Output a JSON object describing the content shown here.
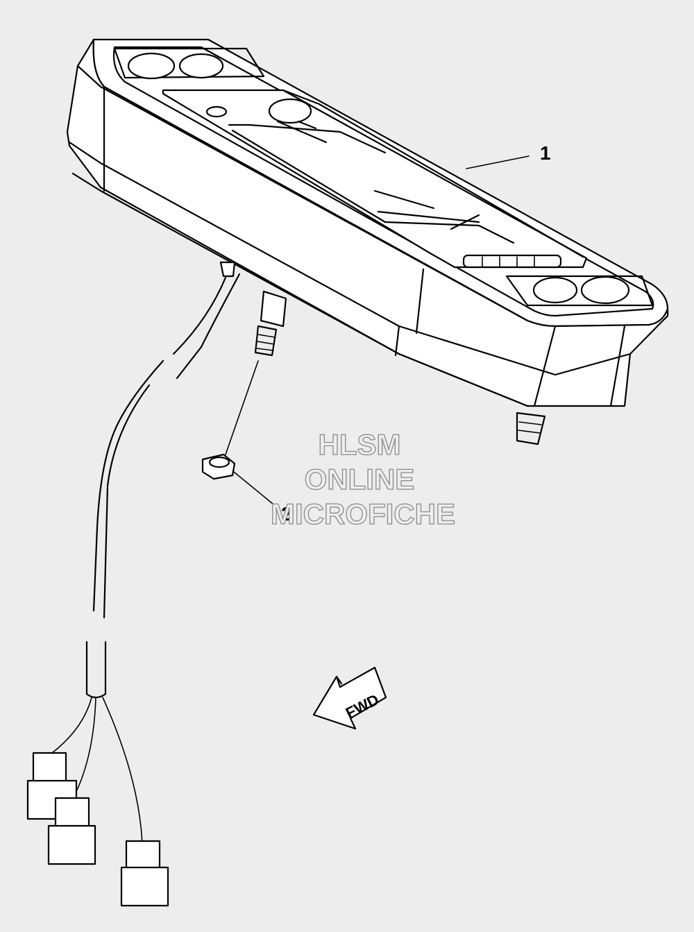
{
  "callouts": {
    "part1": "1",
    "part2": "2"
  },
  "watermark": {
    "line1": "HLSM",
    "line2": "ONLINE",
    "line3": "MICROFICHE"
  },
  "fwd_label": "FWD",
  "colors": {
    "background": "#ededed",
    "line": "#000000",
    "watermark_outline": "#8a8a8a"
  }
}
